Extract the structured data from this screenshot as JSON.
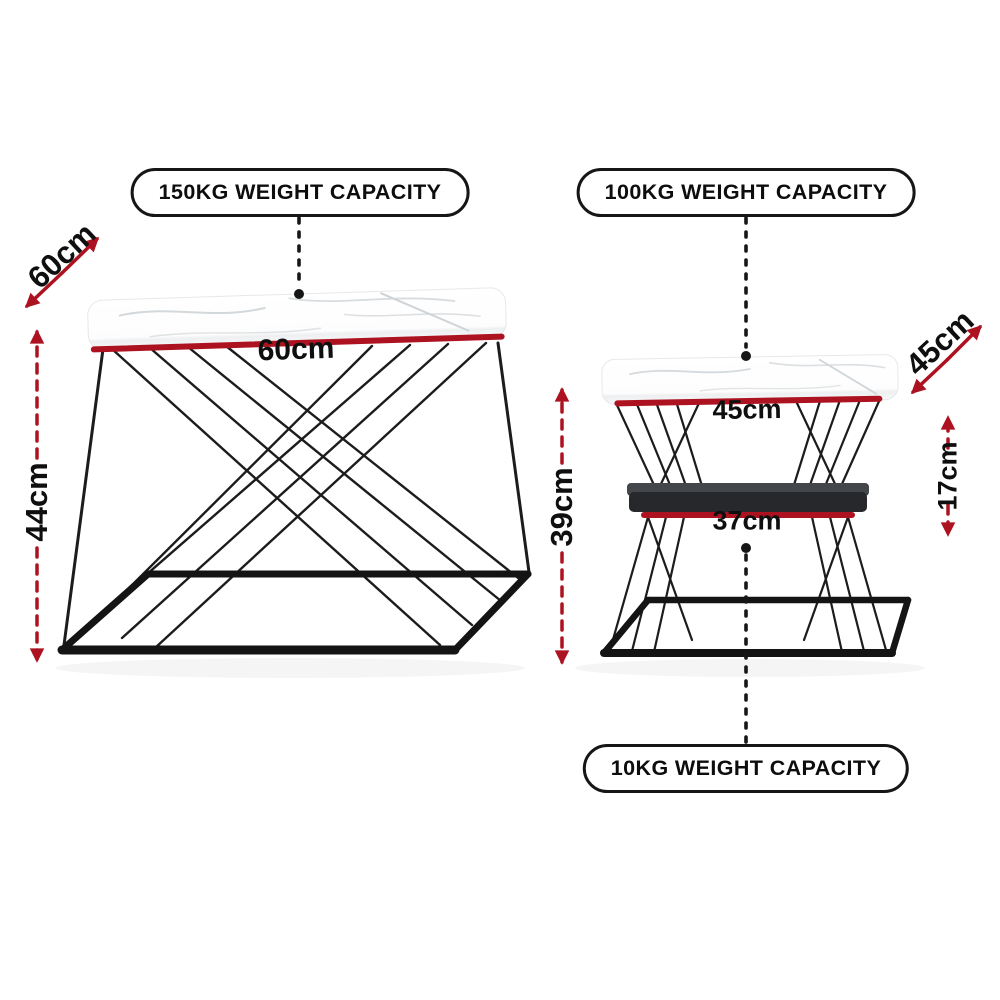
{
  "colors": {
    "accent_red": "#ad1220",
    "line_black": "#161616",
    "marble_white": "#ffffff",
    "shelf_dark": "#26282b"
  },
  "left_table": {
    "capacity_badge": "150KG WEIGHT CAPACITY",
    "depth_label": "60cm",
    "width_label": "60cm",
    "height_label": "44cm"
  },
  "right_table": {
    "capacity_badge_top": "100KG WEIGHT CAPACITY",
    "capacity_badge_bottom": "10KG WEIGHT CAPACITY",
    "depth_label": "45cm",
    "width_label": "45cm",
    "gap_label": "17cm",
    "height_label": "39cm",
    "shelf_width_label": "37cm"
  }
}
